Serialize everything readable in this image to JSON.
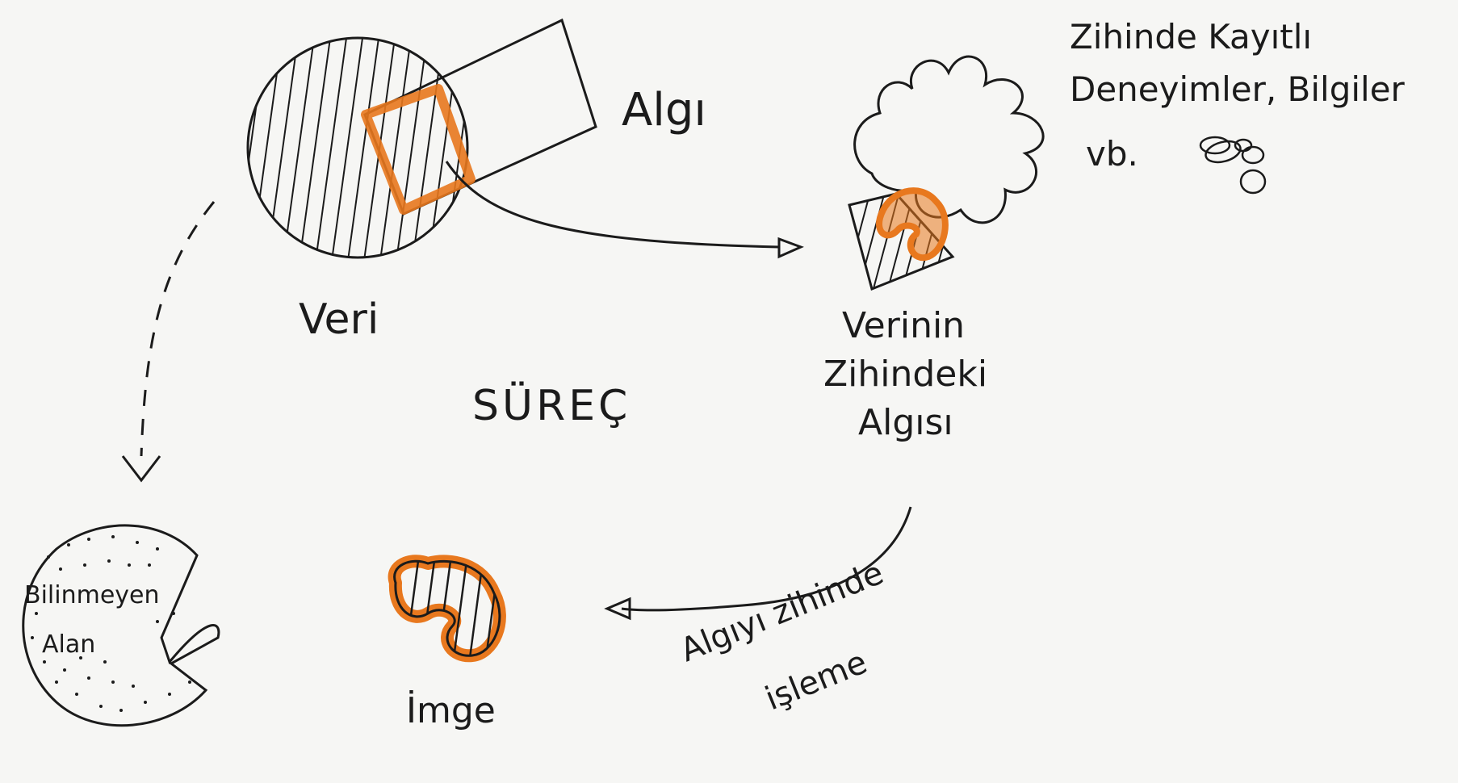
{
  "colors": {
    "ink": "#1b1b1b",
    "accent": "#e8781e",
    "paper": "#f6f6f4"
  },
  "labels": {
    "algi": "Algı",
    "veri": "Veri",
    "surec": "SÜREÇ",
    "verinin_line1": "Verinin",
    "verinin_line2": "Zihindeki",
    "verinin_line3": "Algısı",
    "kayitli_line1": "Zihinde Kayıtlı",
    "kayitli_line2": "Deneyimler, Bilgiler",
    "kayitli_line3": "vb.",
    "bilinmeyen_line1": "Bilinmeyen",
    "bilinmeyen_line2": "Alan",
    "image": "İmge",
    "isleme_line1": "Algıyı zihinde",
    "isleme_line2": "işleme"
  }
}
